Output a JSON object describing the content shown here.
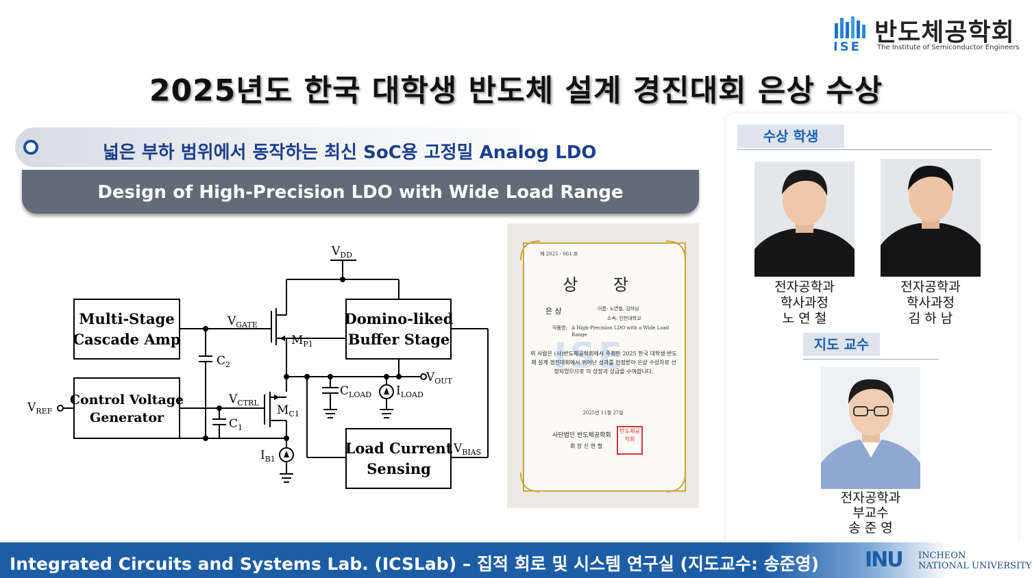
{
  "header": {
    "logo_korean": "반도체공학회",
    "logo_abbr": "ISE",
    "logo_english": "The Institute of Semiconductor Engineers",
    "title": "2025년도 한국 대학생 반도체 설계 경진대회 은상 수상"
  },
  "project": {
    "subtitle": "넓은 부하 범위에서 동작하는 최신 SoC용 고정밀 Analog LDO",
    "banner": "Design of  High-Precision LDO with Wide Load Range"
  },
  "circuit": {
    "blocks": {
      "amp_line1": "Multi-Stage",
      "amp_line2": "Cascade Amp",
      "cvg_line1": "Control Voltage",
      "cvg_line2": "Generator",
      "buffer_line1": "Domino-liked",
      "buffer_line2": "Buffer Stage",
      "lcs_line1": "Load Current",
      "lcs_line2": "Sensing"
    },
    "labels": {
      "vdd": "V",
      "vdd_sub": "DD",
      "vgate": "V",
      "vgate_sub": "GATE",
      "mp1": "M",
      "mp1_sub": "P1",
      "c2": "C",
      "c2_sub": "2",
      "c1": "C",
      "c1_sub": "1",
      "vctrl": "V",
      "vctrl_sub": "CTRL",
      "mc1": "M",
      "mc1_sub": "C1",
      "vref": "V",
      "vref_sub": "REF",
      "ib1": "I",
      "ib1_sub": "B1",
      "vout": "V",
      "vout_sub": "OUT",
      "cload": "C",
      "cload_sub": "LOAD",
      "iload": "I",
      "iload_sub": "LOAD",
      "vbias": "V",
      "vbias_sub": "BIAS"
    }
  },
  "certificate": {
    "number": "제 2025 - 061 호",
    "title": "상 장",
    "award": "은 상",
    "name_label": "이름: 노연철, 김하남",
    "affiliation": "소속: 인천대학교",
    "work_label": "작품명:",
    "work": "A High-Precision LDO with a Wide Load Range",
    "body": "위 사람은 (사)반도체공학회에서 주최한 2025 한국 대학생 반도체 설계 경진대회에서 뛰어난 성과를 인정받아 은상 수상자로 선정되었으므로 이 상장과 상금을 수여합니다.",
    "date": "2025년 11월 27일",
    "org": "사단법인 반도체공학회",
    "president": "회  장  신  현  철",
    "seal": "반도체공학회"
  },
  "awardees": {
    "section_title": "수상 학생",
    "students": [
      {
        "dept": "전자공학과",
        "course": "학사과정",
        "name": "노 연 철"
      },
      {
        "dept": "전자공학과",
        "course": "학사과정",
        "name": "김 하 남"
      }
    ]
  },
  "advisor": {
    "section_title": "지도 교수",
    "dept": "전자공학과",
    "position": "부교수",
    "name": "송 준 영"
  },
  "footer": {
    "lab": "Integrated Circuits and Systems Lab. (ICSLab) – 집적 회로 및 시스템 연구실 (지도교수: 송준영)",
    "univ_logo": "INU",
    "univ_line1": "INCHEON",
    "univ_line2": "NATIONAL UNIVERSITY"
  },
  "colors": {
    "brand_blue": "#1d5da6",
    "title_blue": "#1b3f8a",
    "banner_gray": "#636b78",
    "gold_border": "#c9a640",
    "seal_red": "#d0343a"
  }
}
